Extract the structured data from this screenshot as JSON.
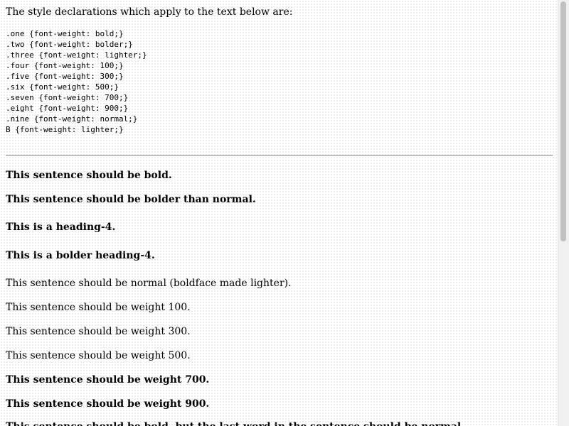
{
  "intro": "The style declarations which apply to the text below are:",
  "css_rules": [
    ".one {font-weight: bold;}",
    ".two {font-weight: bolder;}",
    ".three {font-weight: lighter;}",
    ".four {font-weight: 100;}",
    ".five {font-weight: 300;}",
    ".six {font-weight: 500;}",
    ".seven {font-weight: 700;}",
    ".eight {font-weight: 900;}",
    ".nine {font-weight: normal;}",
    "B {font-weight: lighter;}"
  ],
  "sentences": {
    "one": "This sentence should be bold.",
    "two": "This sentence should be bolder than normal.",
    "heading4": "This is a heading-4.",
    "heading4_bolder": "This is a bolder heading-4.",
    "three": "This sentence should be normal (boldface made lighter).",
    "four": "This sentence should be weight 100.",
    "five": "This sentence should be weight 300.",
    "six": "This sentence should be weight 500.",
    "seven": "This sentence should be weight 700.",
    "eight": "This sentence should be weight 900.",
    "nine_partial": "This sentence should be bold, but the last word in the sentence should be normal."
  }
}
